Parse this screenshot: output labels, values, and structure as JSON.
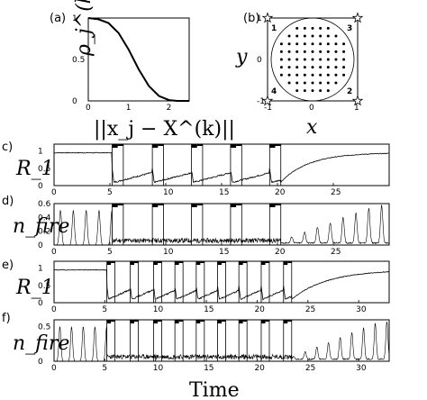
{
  "panel_labels": {
    "a": "(a)",
    "b": "(b)",
    "c": "c)",
    "d": "d)",
    "e": "e)",
    "f": "f)"
  },
  "panel_a": {
    "ylabel": "ρ_j^(k)",
    "xlabel": "||x_j − X^(k)||",
    "x_ticks": [
      "0",
      "1",
      "2"
    ],
    "y_ticks": [
      "0",
      "0.5",
      "1"
    ]
  },
  "panel_b": {
    "xlabel": "x",
    "ylabel": "y",
    "x_ticks": [
      "-1",
      "0",
      "1"
    ],
    "y_ticks": [
      "-1",
      "0",
      "1"
    ],
    "corner_labels": [
      "1",
      "3",
      "4",
      "2"
    ]
  },
  "panel_c": {
    "ylabel": "R_1",
    "x_ticks": [
      "0",
      "5",
      "10",
      "15",
      "20",
      "25"
    ],
    "y_ticks": [
      "0",
      "0.5",
      "1"
    ]
  },
  "panel_d": {
    "ylabel": "n_fire",
    "x_ticks": [
      "0",
      "5",
      "10",
      "15",
      "20",
      "25"
    ],
    "y_ticks": [
      "0",
      "0.2",
      "0.4",
      "0.6"
    ]
  },
  "panel_e": {
    "ylabel": "R_1",
    "x_ticks": [
      "0",
      "5",
      "10",
      "15",
      "20",
      "25",
      "30"
    ],
    "y_ticks": [
      "0",
      "0.5",
      "1"
    ]
  },
  "panel_f": {
    "ylabel": "n_fire",
    "x_ticks": [
      "0",
      "5",
      "10",
      "15",
      "20",
      "25",
      "30"
    ],
    "y_ticks": [
      "0",
      "0.5"
    ]
  },
  "time_label": "Time",
  "chart_data": [
    {
      "type": "line",
      "panel": "a",
      "x": [
        0,
        0.25,
        0.5,
        0.75,
        1.0,
        1.25,
        1.5,
        1.75,
        2.0,
        2.2,
        2.5
      ],
      "values": [
        1.0,
        0.985,
        0.94,
        0.82,
        0.62,
        0.38,
        0.18,
        0.06,
        0.01,
        0.0,
        0.0
      ],
      "xlim": [
        0,
        2.5
      ],
      "ylim": [
        0,
        1
      ]
    },
    {
      "type": "scatter",
      "panel": "b",
      "description_grid_step": 0.2,
      "xlim": [
        -1,
        1
      ],
      "ylim": [
        -1,
        1
      ],
      "stimulus_corners": [
        [
          -1,
          1
        ],
        [
          1,
          1
        ],
        [
          -1,
          -1
        ],
        [
          1,
          -1
        ]
      ]
    },
    {
      "type": "line",
      "panel": "c",
      "xlim": [
        0,
        30
      ],
      "ylim": [
        0,
        1.2
      ],
      "stim_on": [
        5.2,
        8.8,
        12.3,
        15.8,
        19.3
      ],
      "stim_width": 1.0
    },
    {
      "type": "line",
      "panel": "d",
      "xlim": [
        0,
        30
      ],
      "ylim": [
        0,
        0.6
      ],
      "stim_on": [
        5.2,
        8.8,
        12.3,
        15.8,
        19.3
      ],
      "stim_width": 1.0
    },
    {
      "type": "line",
      "panel": "e",
      "xlim": [
        0,
        33
      ],
      "ylim": [
        0,
        1.2
      ],
      "stim_on": [
        5.2,
        7.5,
        9.8,
        11.9,
        14.0,
        16.1,
        18.2,
        20.4,
        22.6
      ],
      "stim_width": 0.8
    },
    {
      "type": "line",
      "panel": "f",
      "xlim": [
        0,
        33
      ],
      "ylim": [
        0,
        0.6
      ],
      "stim_on": [
        5.2,
        7.5,
        9.8,
        11.9,
        14.0,
        16.1,
        18.2,
        20.4,
        22.6
      ],
      "stim_width": 0.8
    }
  ]
}
